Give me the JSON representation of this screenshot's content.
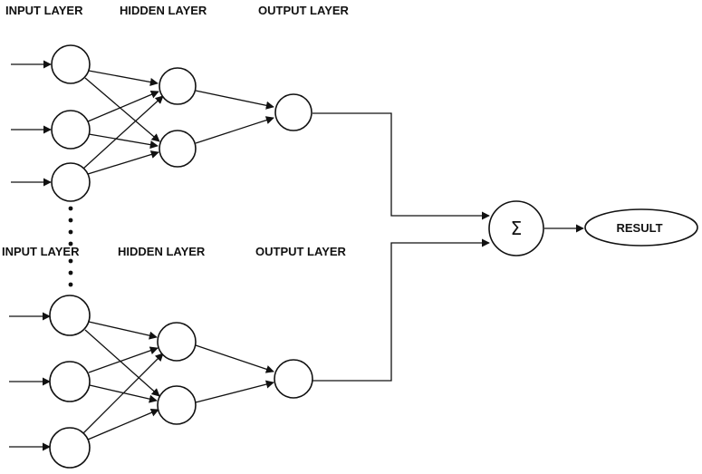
{
  "top_network": {
    "input_label": "INPUT LAYER",
    "hidden_label": "HIDDEN LAYER",
    "output_label": "OUTPUT LAYER"
  },
  "bottom_network": {
    "input_label": "INPUT LAYER",
    "hidden_label": "HIDDEN LAYER",
    "output_label": "OUTPUT LAYER"
  },
  "summation": {
    "symbol": "Σ"
  },
  "result": {
    "label": "RESULT"
  },
  "colors": {
    "stroke": "#111111",
    "background": "#ffffff"
  }
}
